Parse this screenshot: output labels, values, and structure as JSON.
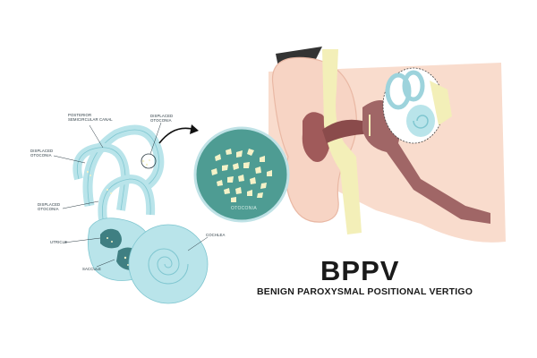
{
  "labels": {
    "posterior_canal": "POSTERIOR\nSEMICIRCULAR CANAL",
    "displaced_otoconia_top": "DISPLACED\nOTOCONIA",
    "displaced_otoconia_left": "DISPLACED\nOTOCONIA",
    "displaced_otoconia_mid": "DISPLACED\nOTOCONIA",
    "utricle": "UTRICLE",
    "saccule": "SACCULE",
    "cochlea": "COCHLEA",
    "otoconia": "OTOCONIA"
  },
  "title": "BPPV",
  "subtitle": "BENIGN PAROXYSMAL POSITIONAL VERTIGO",
  "colors": {
    "labyrinth": "#b9e4ea",
    "labyrinth_outline": "#7fc6d0",
    "zoom_circle": "#4e9c93",
    "crystal": "#f5f2c8",
    "skin": "#f7d4c4",
    "canal": "#8a4b4b",
    "bone": "#f3efb8",
    "hair": "#333333"
  }
}
